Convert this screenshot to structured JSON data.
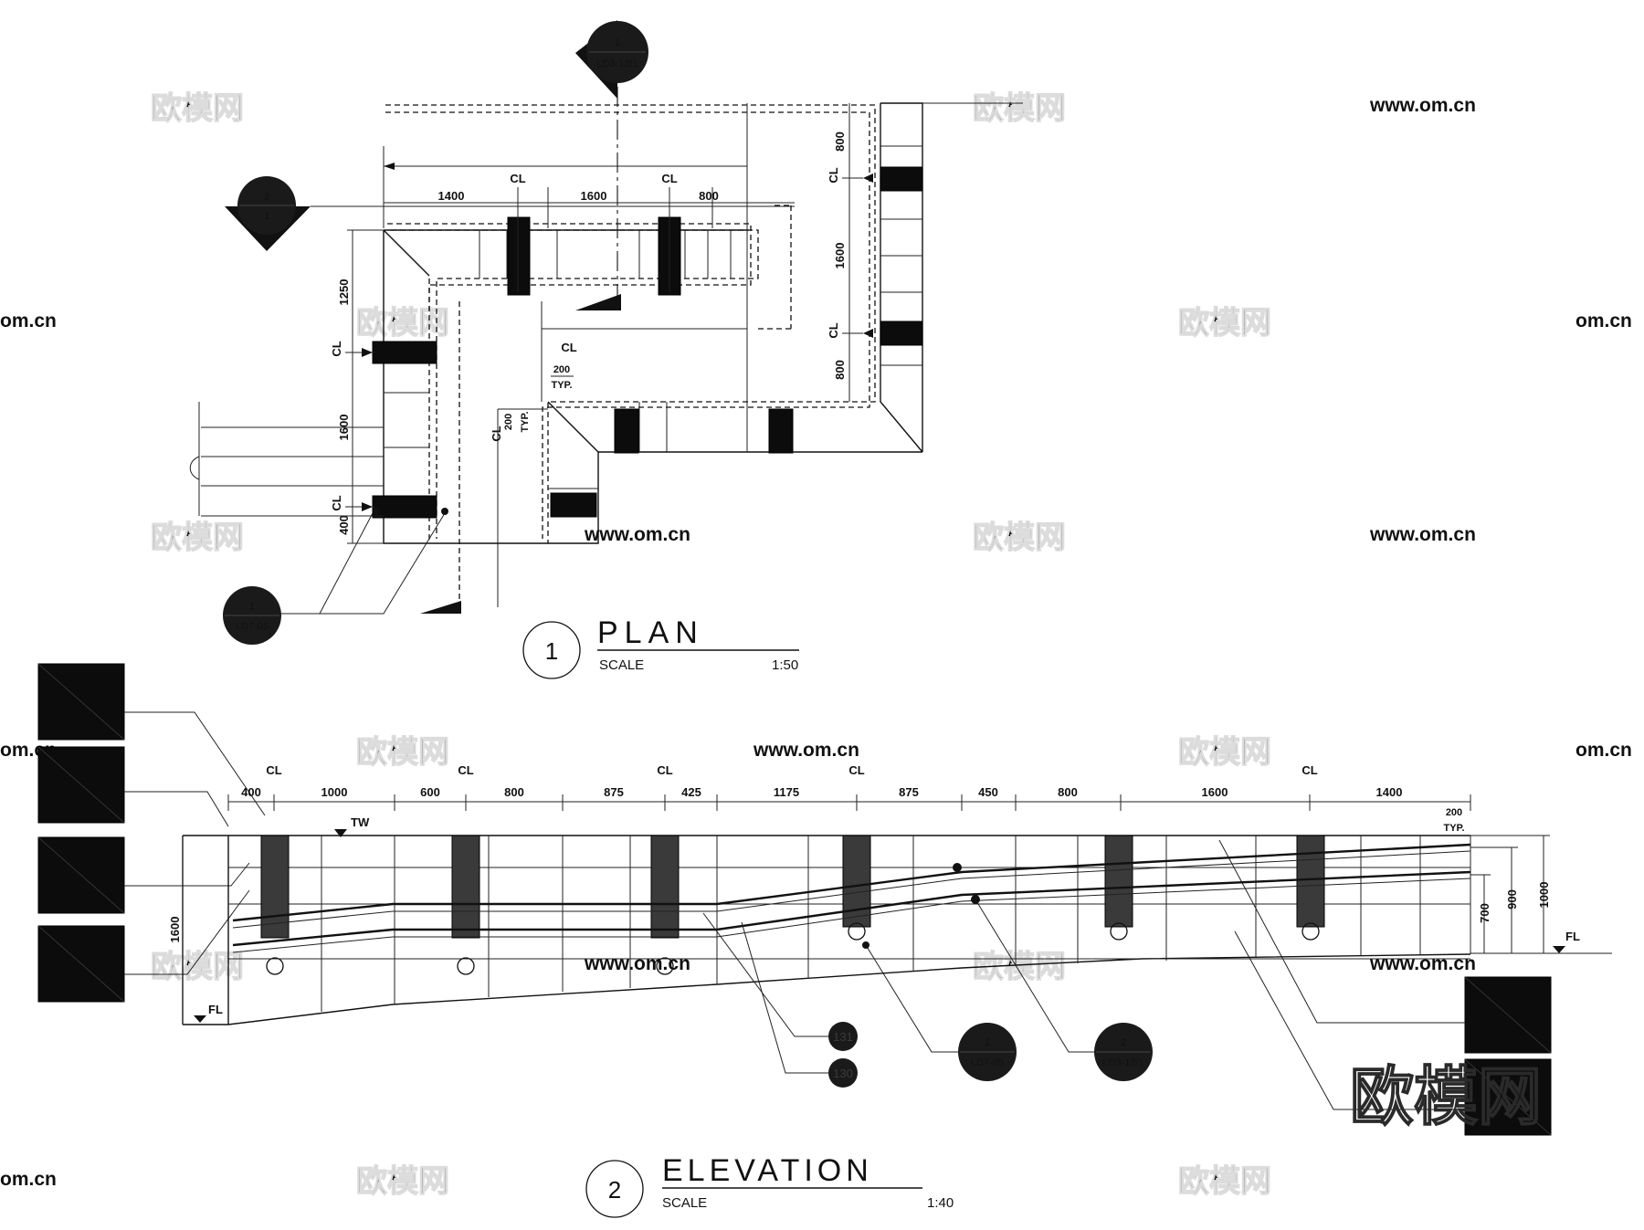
{
  "plan": {
    "title": "PLAN",
    "number": "1",
    "scale_label": "SCALE",
    "scale": "1:50",
    "dims_top": [
      "1400",
      "1600",
      "800"
    ],
    "dims_right": [
      "800",
      "1600",
      "800"
    ],
    "dims_left": [
      "1250",
      "1600",
      "400"
    ],
    "typ_a": "200",
    "typ_b": "TYP.",
    "centerline": "CL",
    "callout_top_num": "1",
    "callout_top_ref": "LD3-12/1",
    "callout_left_num": "2",
    "callout_left_ref": "1",
    "callout_bottom_num": "1",
    "callout_bottom_ref": "LD7-05"
  },
  "elevation": {
    "title": "ELEVATION",
    "number": "2",
    "scale_label": "SCALE",
    "scale": "1:40",
    "dims_top": [
      "400",
      "1000",
      "600",
      "800",
      "875",
      "425",
      "1175",
      "875",
      "450",
      "800",
      "1600",
      "1400"
    ],
    "tw": "TW",
    "fl": "FL",
    "height_left": "1600",
    "heights_right": [
      "700",
      "900",
      "1000"
    ],
    "typ_a": "200",
    "typ_b": "TYP.",
    "tag_131": "131",
    "tag_130": "130",
    "callout_a_num": "1",
    "callout_a_ref": "LD7-05",
    "callout_b_num": "2",
    "callout_b_ref": "LD3-12/1"
  },
  "watermark": {
    "brand": "欧模网",
    "url": "www.om.cn",
    "url_short": "om.cn"
  }
}
